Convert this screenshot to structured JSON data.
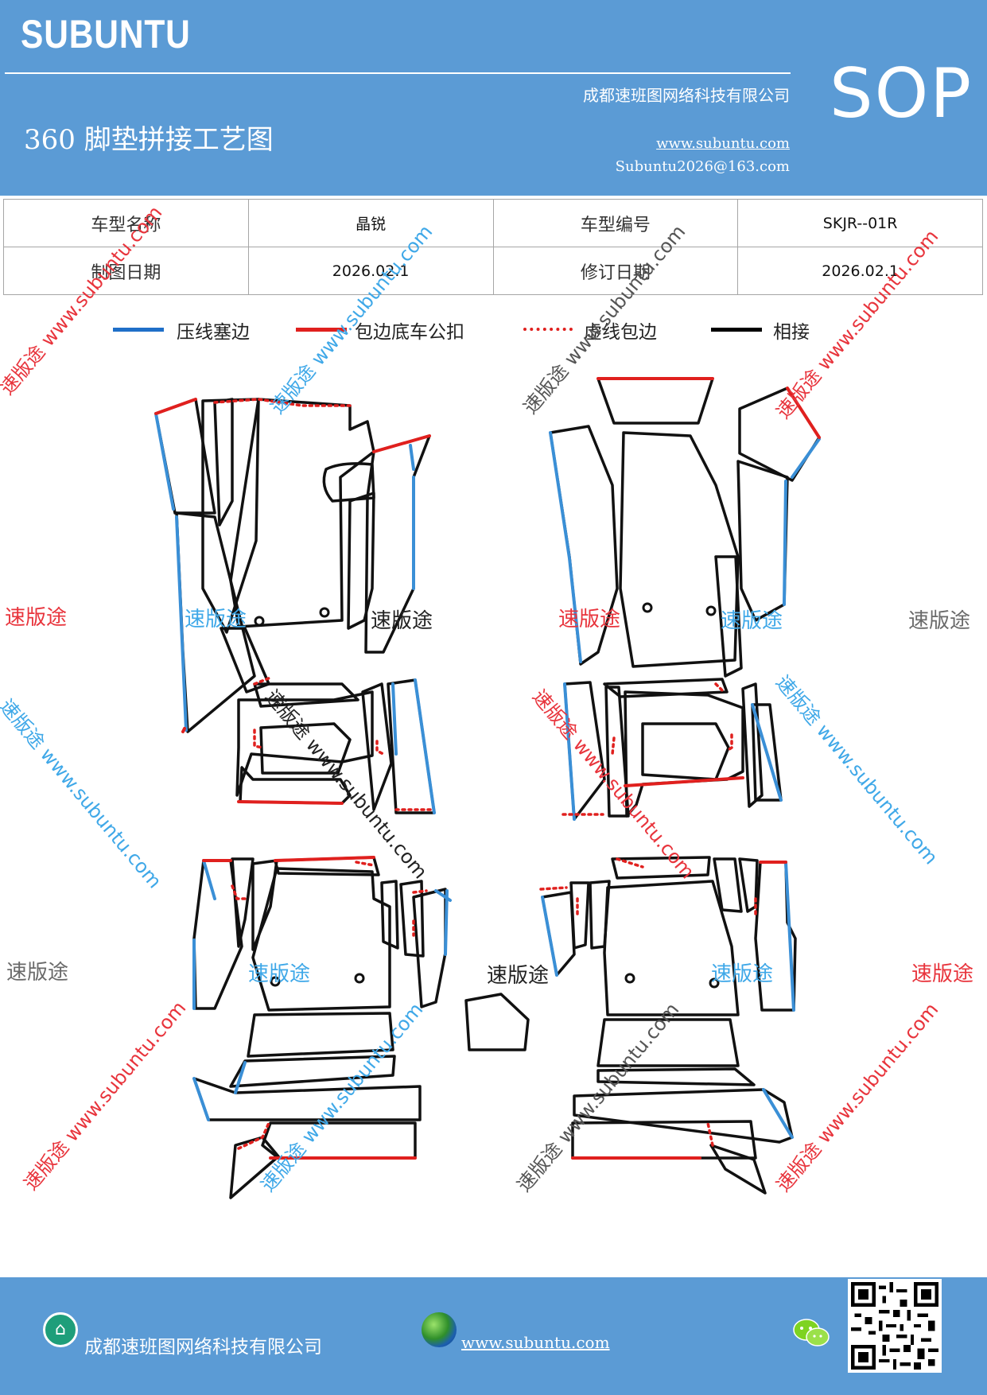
{
  "header": {
    "brand": "SUBUNTU",
    "company": "成都速班图网络科技有限公司",
    "title": "360 脚垫拼接工艺图",
    "url": "www.subuntu.com",
    "email": "Subuntu2026@163.com",
    "badge": "SOP"
  },
  "info": {
    "car_name_label": "车型名称",
    "car_name_value": "晶锐",
    "car_code_label": "车型编号",
    "car_code_value": "SKJR--01R",
    "draw_date_label": "制图日期",
    "draw_date_value": "2026.02.1",
    "revise_date_label": "修订日期",
    "revise_date_value": "2026.02.1"
  },
  "legend": [
    {
      "label": "压线塞边",
      "color": "#1f6fc8",
      "style": "solid"
    },
    {
      "label": "包边底车公扣",
      "color": "#e0201e",
      "style": "solid"
    },
    {
      "label": "虚线包边",
      "color": "#e0201e",
      "style": "dotted"
    },
    {
      "label": "相接",
      "color": "#000000",
      "style": "solid"
    }
  ],
  "watermarks": {
    "short": "速版途",
    "long": "速版途 www.subuntu.com"
  },
  "colors": {
    "header_bg": "#5b9bd5",
    "edge_blue": "#3a8fd6",
    "edge_red": "#e0201e",
    "wm_red": "#e8343c",
    "wm_blue": "#3fa8e8",
    "wm_gray": "#6a6a6a"
  },
  "footer": {
    "company": "成都速班图网络科技有限公司",
    "url": "www.subuntu.com",
    "icons": [
      "home-icon",
      "globe-icon",
      "wechat-icon",
      "qr-code"
    ]
  }
}
